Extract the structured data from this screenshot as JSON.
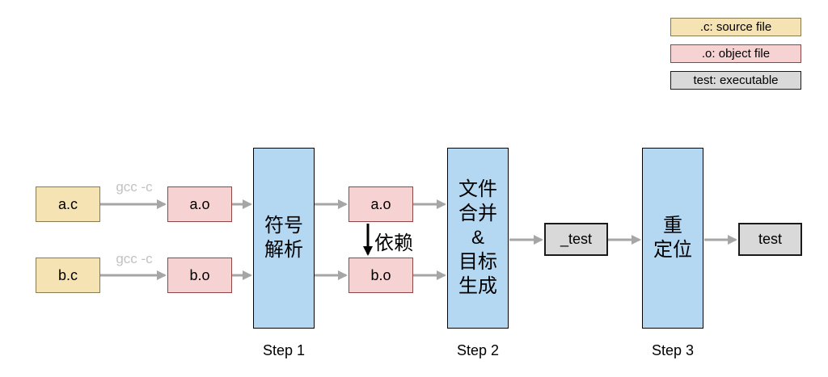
{
  "legend": {
    "items": [
      {
        "label": ".c: source file",
        "fill": "#F5E3B4",
        "border": "#8A7A4F"
      },
      {
        "label": ".o: object file",
        "fill": "#F6D2D3",
        "border": "#8E4545"
      },
      {
        "label": "test: executable",
        "fill": "#D9D9D9",
        "border": "#1A1A1A"
      }
    ]
  },
  "colors": {
    "source_fill": "#F5E3B4",
    "source_border": "#8A7A4F",
    "object_fill": "#F6D2D3",
    "object_border": "#8E4545",
    "process_fill": "#B4D7F2",
    "process_border": "#000000",
    "executable_fill": "#D9D9D9",
    "executable_border": "#1A1A1A",
    "arrow": "#A6A6A6",
    "arrow_label": "#C2C2C2",
    "dependency_arrow": "#000000"
  },
  "nodes": [
    {
      "id": "a-c",
      "label": "a.c"
    },
    {
      "id": "b-c",
      "label": "b.c"
    },
    {
      "id": "a-o-1",
      "label": "a.o"
    },
    {
      "id": "b-o-1",
      "label": "b.o"
    },
    {
      "id": "a-o-2",
      "label": "a.o"
    },
    {
      "id": "b-o-2",
      "label": "b.o"
    },
    {
      "id": "underscore-test",
      "label": "_test"
    },
    {
      "id": "test",
      "label": "test"
    }
  ],
  "steps": [
    {
      "lines": [
        "符号",
        "解析"
      ],
      "caption": "Step 1"
    },
    {
      "lines": [
        "文件",
        "合并",
        "&",
        "目标",
        "生成"
      ],
      "caption": "Step 2"
    },
    {
      "lines": [
        "重",
        "定位"
      ],
      "caption": "Step 3"
    }
  ],
  "edge_labels": {
    "gcc_a": "gcc -c",
    "gcc_b": "gcc -c",
    "dependency": "依赖"
  }
}
